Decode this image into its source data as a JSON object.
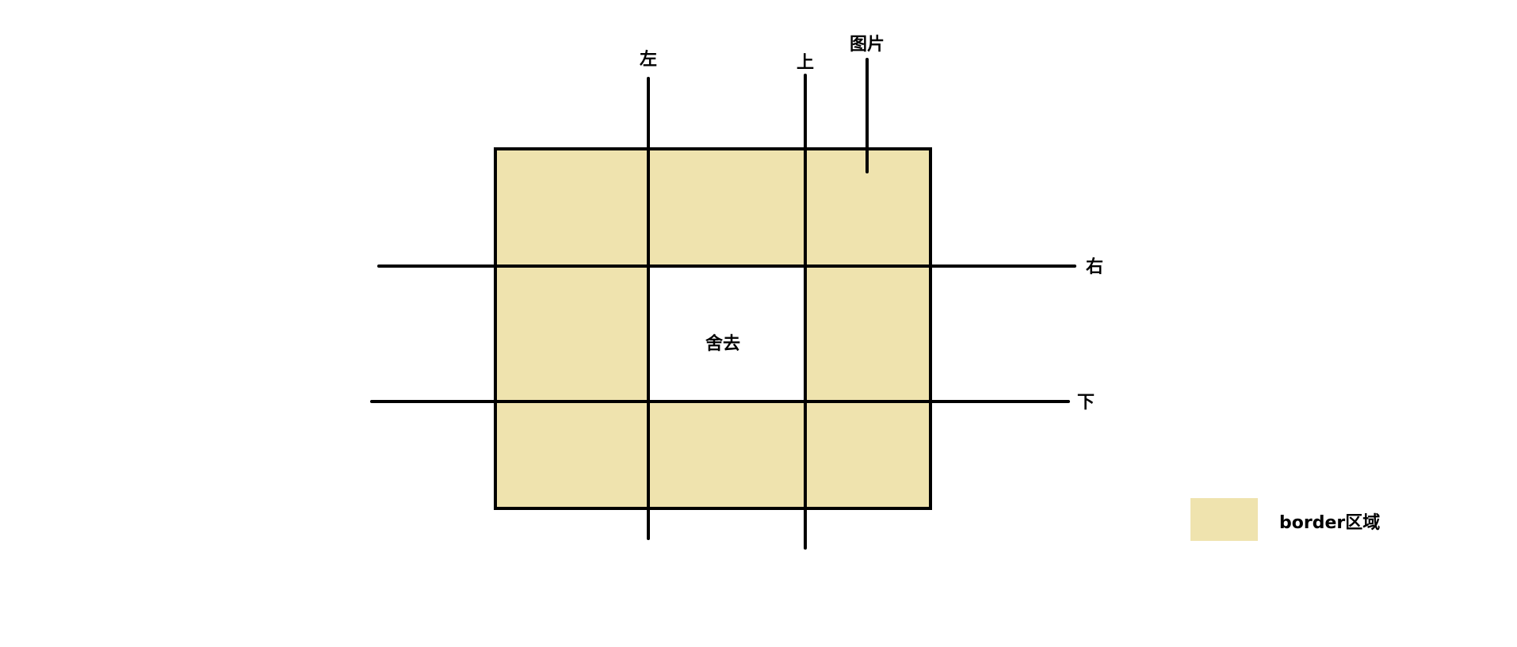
{
  "labels": {
    "left": "左",
    "top": "上",
    "image": "图片",
    "right": "右",
    "bottom": "下",
    "center": "舍去"
  },
  "legend": {
    "label": "border区域",
    "swatch_color": "#efe3ae"
  },
  "colors": {
    "border_fill": "#efe3ae",
    "line": "#000000",
    "background": "#ffffff"
  }
}
